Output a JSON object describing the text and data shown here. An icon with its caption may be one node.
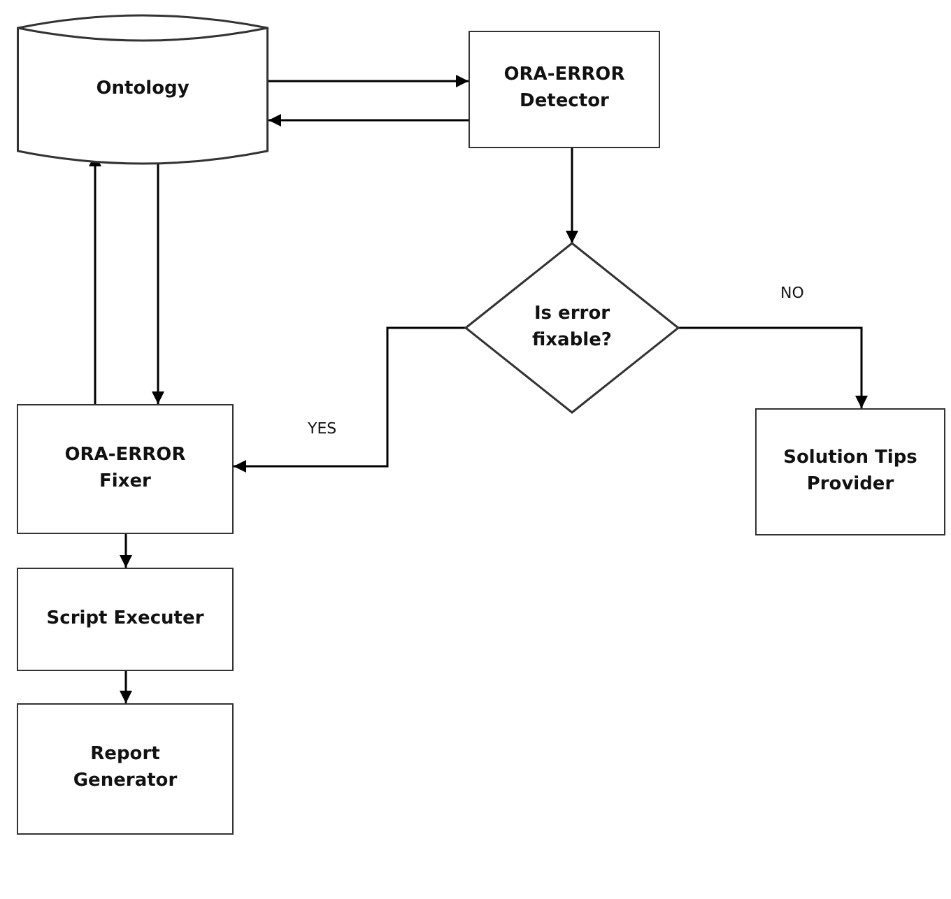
{
  "diagram": {
    "nodes": [
      {
        "text": [
          "Ontology"
        ]
      },
      {
        "text": [
          "ORA-ERROR Detector"
        ]
      },
      {
        "text": [
          "Is error fixable?"
        ]
      },
      {
        "text": [
          "Solution Tips Provider"
        ]
      },
      {
        "text": [
          "ORA-ERROR Fixer"
        ]
      },
      {
        "text": [
          "Script Executer"
        ]
      },
      {
        "text": [
          "Report Generator"
        ]
      }
    ],
    "edges": [
      {
        "from": 0,
        "to": 1,
        "arrow": "to"
      },
      {
        "from": 1,
        "to": 0,
        "arrow": "to"
      },
      {
        "from": 1,
        "to": 2,
        "arrow": "to"
      },
      {
        "from": 2,
        "to": 4,
        "arrow": "to",
        "label": "YES"
      },
      {
        "from": 2,
        "to": 3,
        "arrow": "to",
        "label": "NO"
      },
      {
        "from": 4,
        "to": 0,
        "arrow": "to"
      },
      {
        "from": 0,
        "to": 4,
        "arrow": "to"
      },
      {
        "from": 4,
        "to": 5,
        "arrow": "to"
      },
      {
        "from": 5,
        "to": 6,
        "arrow": "to"
      }
    ]
  }
}
